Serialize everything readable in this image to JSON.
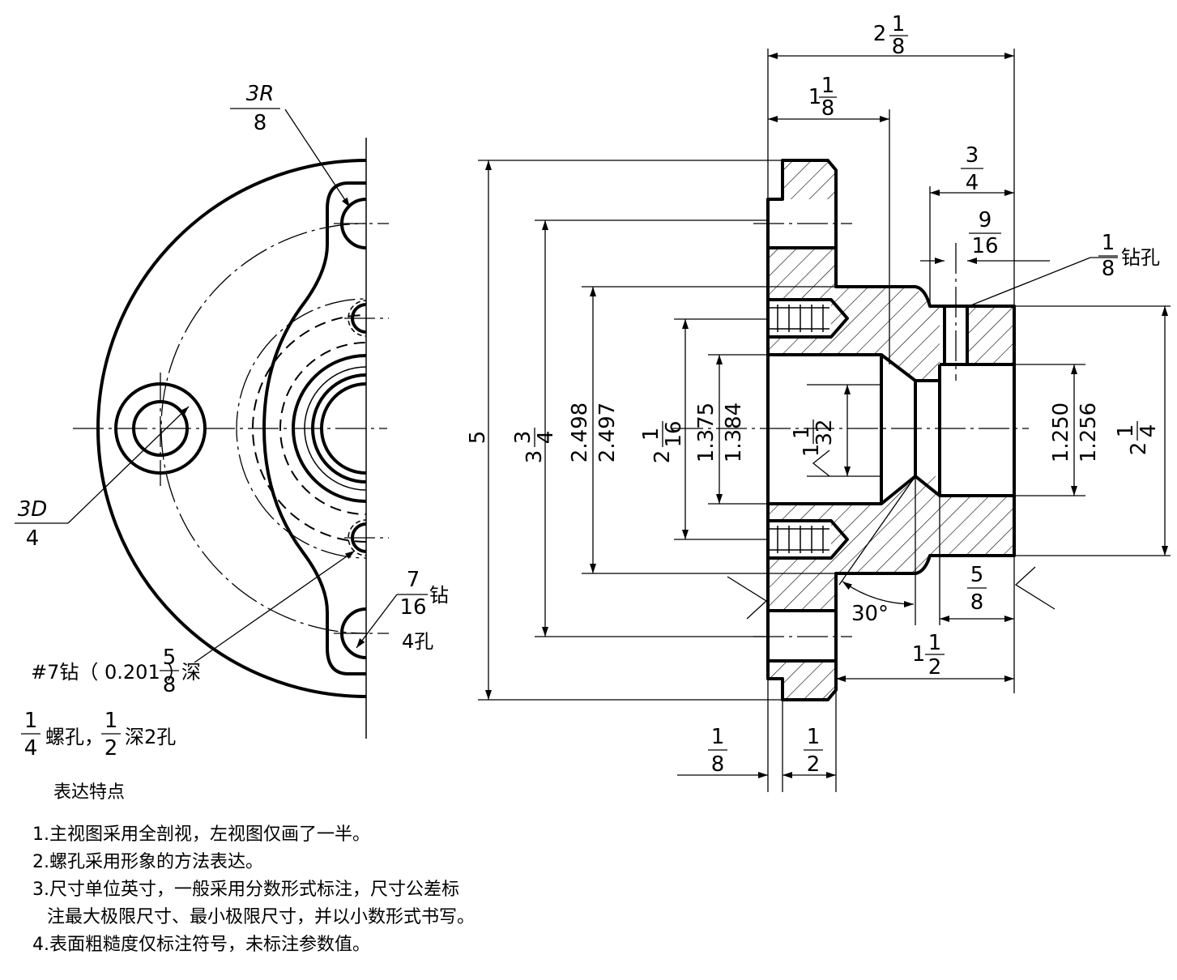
{
  "dims": {
    "overall_width": {
      "whole": "2",
      "num": "1",
      "den": "8"
    },
    "hub_width": {
      "whole": "1",
      "num": "1",
      "den": "8"
    },
    "step_34": {
      "num": "3",
      "den": "4"
    },
    "step_916": {
      "num": "9",
      "den": "16"
    },
    "drill_18": {
      "num": "1",
      "den": "8",
      "suffix": "钻孔"
    },
    "outer_dia": "5",
    "bolt_circle": {
      "whole": "3",
      "num": "3",
      "den": "4"
    },
    "pilot_max": "2.498",
    "pilot_min": "2.497",
    "hub_dia": {
      "whole": "2",
      "num": "1",
      "den": "16"
    },
    "bore_min": "1.375",
    "bore_max": "1.384",
    "chamfer_dia": {
      "whole": "1",
      "num": "1",
      "den": "32"
    },
    "counterbore_min": "1.250",
    "counterbore_max": "1.256",
    "shoulder_dia": {
      "whole": "2",
      "num": "1",
      "den": "4"
    },
    "angle": "30°",
    "depth_58": {
      "num": "5",
      "den": "8"
    },
    "length_112": {
      "whole": "1",
      "num": "1",
      "den": "2"
    },
    "step_18": {
      "num": "1",
      "den": "8"
    },
    "flange_12": {
      "num": "1",
      "den": "2"
    },
    "radius": {
      "num": "3R",
      "den": "8"
    },
    "hole_dia": {
      "num": "3D",
      "den": "4"
    },
    "drill_716": {
      "num": "7",
      "den": "16",
      "suffix": "钻",
      "count": "4孔"
    },
    "tap_drill": {
      "prefix": "#7钻（ 0.201 ）",
      "num": "5",
      "den": "8",
      "suffix": "深"
    },
    "tapped": {
      "num1": "1",
      "den1": "4",
      "mid": "螺孔，",
      "num2": "1",
      "den2": "2",
      "suffix": "深2孔"
    }
  },
  "notes": {
    "title": "表达特点",
    "items": [
      "1.主视图采用全剖视，左视图仅画了一半。",
      "2.螺孔采用形象的方法表达。",
      "3.尺寸单位英寸，一般采用分数形式标注，尺寸公差标",
      "注最大极限尺寸、最小极限尺寸，并以小数形式书写。",
      "4.表面粗糙度仅标注符号，未标注参数值。"
    ]
  }
}
